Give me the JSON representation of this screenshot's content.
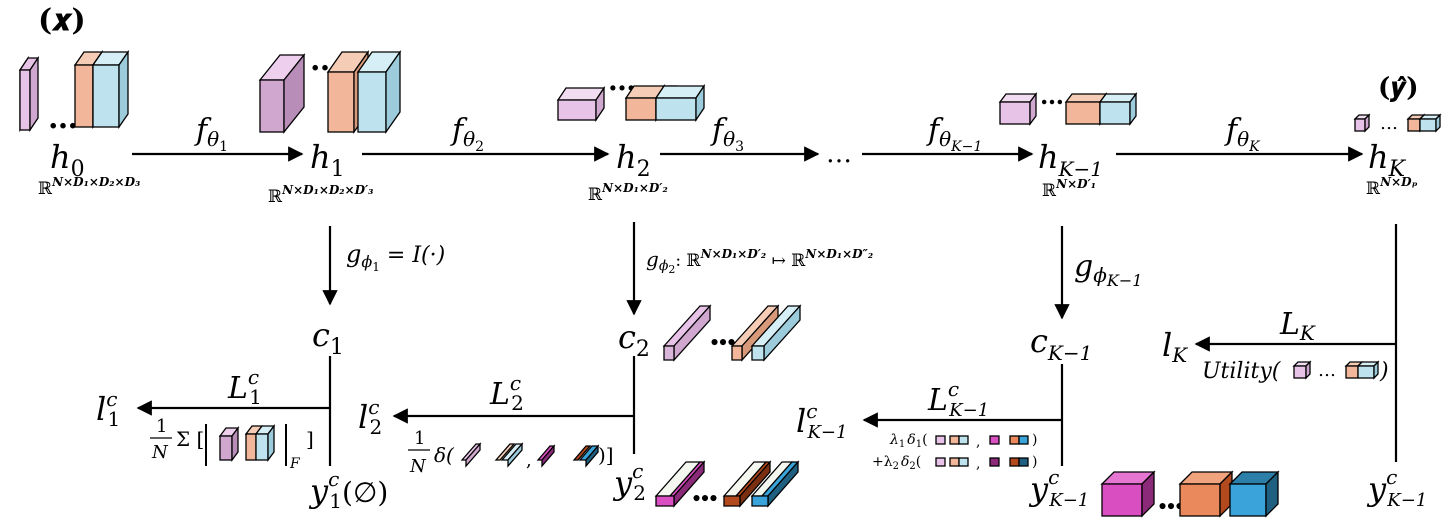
{
  "colors": {
    "pink": "#e8c3e8",
    "purple_pink": "#cfa7cf",
    "peach": "#f2b79a",
    "light_blue": "#bfe3ee",
    "teal_blue": "#9ccbdb",
    "magenta": "#d94fc1",
    "dark_magenta": "#8a2a78",
    "rust": "#b34a1d",
    "orange": "#ea8a5c",
    "blue": "#3aa3d9",
    "dark_blue": "#1f5f7f",
    "white_bar": "#f4f6f0",
    "arrow": "#000000"
  },
  "top_markers": {
    "input": "(𝒙)",
    "output": "(𝒚̂)"
  },
  "nodes": {
    "h0": {
      "base": "h",
      "sub": "0",
      "space": "ℝ",
      "space_sup": "N×D₁×D₂×D₃"
    },
    "h1": {
      "base": "h",
      "sub": "1",
      "space": "ℝ",
      "space_sup": "N×D₁×D₂×D′₃"
    },
    "h2": {
      "base": "h",
      "sub": "2",
      "space": "ℝ",
      "space_sup": "N×D₁×D′₂"
    },
    "hK1": {
      "base": "h",
      "sub": "K−1",
      "space": "ℝ",
      "space_sup": "N×D′₁"
    },
    "hK": {
      "base": "h",
      "sub": "K",
      "space": "ℝ",
      "space_sup": "N×Dₚ"
    },
    "c1": {
      "base": "c",
      "sub": "1"
    },
    "c2": {
      "base": "c",
      "sub": "2"
    },
    "cK1": {
      "base": "c",
      "sub": "K−1"
    },
    "l1": {
      "base": "l",
      "sup": "c",
      "sub": "1"
    },
    "l2": {
      "base": "l",
      "sup": "c",
      "sub": "2"
    },
    "lK1": {
      "base": "l",
      "sup": "c",
      "sub": "K−1"
    },
    "lK": {
      "base": "l",
      "sub": "K"
    },
    "y1": {
      "base": "y",
      "sup": "c",
      "sub": "1",
      "tail": "(∅)"
    },
    "y2": {
      "base": "y",
      "sup": "c",
      "sub": "2"
    },
    "yK1a": {
      "base": "y",
      "sup": "c",
      "sub": "K−1"
    },
    "yK1b": {
      "base": "y",
      "sup": "c",
      "sub": "K−1"
    }
  },
  "ellipsis": "…",
  "forward_labels": {
    "f1": {
      "base": "f",
      "sub": "θ",
      "subsub": "1"
    },
    "f2": {
      "base": "f",
      "sub": "θ",
      "subsub": "2"
    },
    "f3": {
      "base": "f",
      "sub": "θ",
      "subsub": "3"
    },
    "fK1": {
      "base": "f",
      "sub": "θ",
      "subsub": "K−1"
    },
    "fK": {
      "base": "f",
      "sub": "θ",
      "subsub": "K"
    }
  },
  "g_labels": {
    "g1": {
      "base": "g",
      "sub": "ϕ",
      "subsub": "1",
      "tail": " = I(·)"
    },
    "g2": {
      "base": "g",
      "sub": "ϕ",
      "subsub": "2",
      "tail_a": ": ℝ",
      "sup_a": "N×D₁×D′₂",
      "tail_b": " ↦ ℝ",
      "sup_b": "N×D₁×D″₂"
    },
    "gK1": {
      "base": "g",
      "sub": "ϕ",
      "subsub": "K−1"
    }
  },
  "loss_labels": {
    "L1": {
      "base": "L",
      "sup": "c",
      "sub": "1"
    },
    "L2": {
      "base": "L",
      "sup": "c",
      "sub": "2"
    },
    "LK1": {
      "base": "L",
      "sup": "c",
      "sub": "K−1"
    },
    "LK": {
      "base": "L",
      "sub": "K"
    }
  },
  "formulas": {
    "f1": {
      "frac_num": "1",
      "frac_den": "N",
      "sigma": "Σ [",
      "close": "]",
      "norm_sub": "F"
    },
    "f2": {
      "frac_num": "1",
      "frac_den": "N",
      "delta": "δ(",
      "comma": ",",
      "close": ")]"
    },
    "fK1_line1": {
      "prefix": "λ",
      "prefix_sub": "1",
      "delta": "δ",
      "delta_sub": "1",
      "open": "(",
      "comma": ",",
      "close": ")"
    },
    "fK1_line2": {
      "prefix": "+λ",
      "prefix_sub": "2",
      "delta": "δ",
      "delta_sub": "2",
      "open": "(",
      "comma": ",",
      "close": ")"
    },
    "utility": {
      "word": "Utility(",
      "close": ")"
    }
  }
}
